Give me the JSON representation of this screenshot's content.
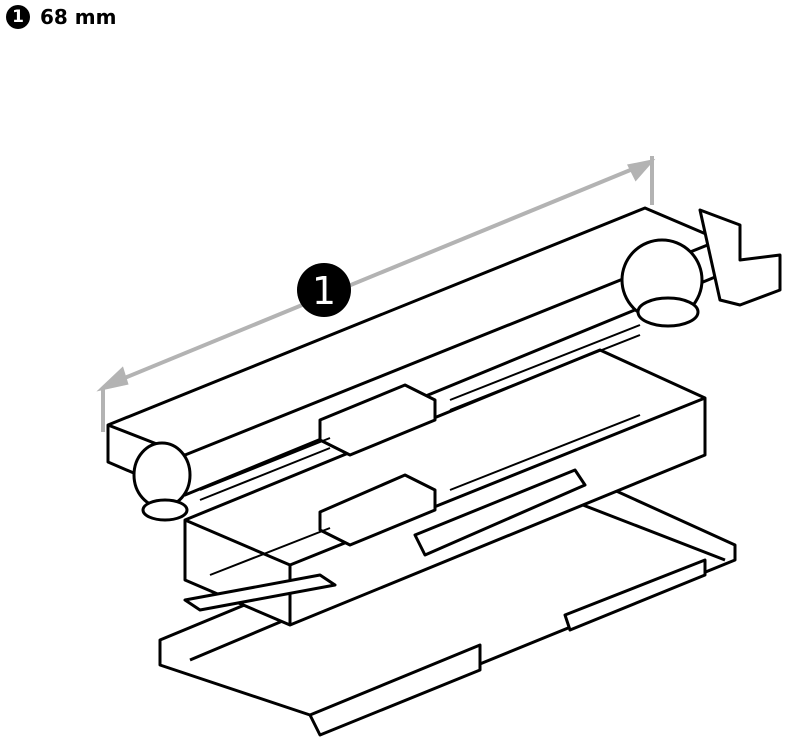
{
  "legend": {
    "marker": "1",
    "dimension": "68 mm"
  },
  "drawing": {
    "callout_marker": "1"
  },
  "colors": {
    "line": "#000000",
    "dimension_line": "#b3b3b3"
  }
}
